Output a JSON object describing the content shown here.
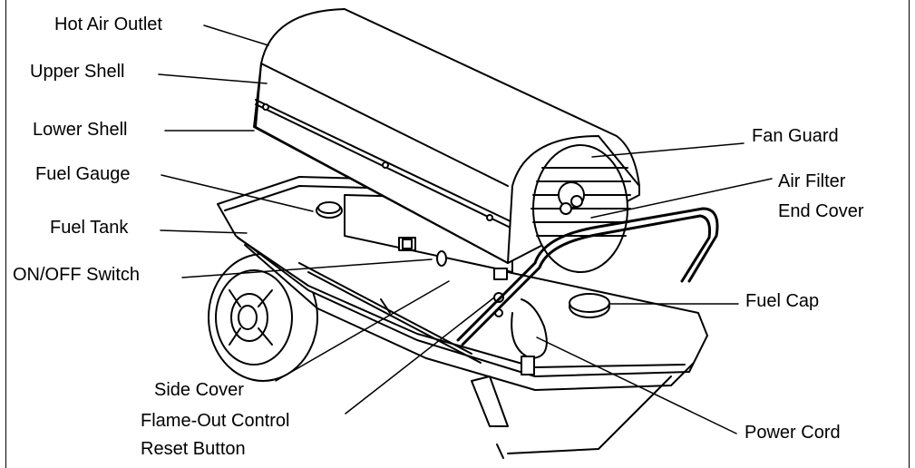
{
  "labels": {
    "hot_air_outlet": "Hot Air Outlet",
    "upper_shell": "Upper Shell",
    "lower_shell": "Lower Shell",
    "fuel_gauge": "Fuel Gauge",
    "fuel_tank": "Fuel Tank",
    "on_off_switch": "ON/OFF Switch",
    "side_cover": "Side Cover",
    "flame_out_line1": "Flame-Out Control",
    "flame_out_line2": "Reset Button",
    "fan_guard": "Fan Guard",
    "air_filter_line1": "Air Filter",
    "air_filter_line2": "End Cover",
    "fuel_cap": "Fuel Cap",
    "power_cord": "Power Cord"
  },
  "colors": {
    "ink": "#000000",
    "background": "#ffffff",
    "shade": "#d9d9d9"
  }
}
